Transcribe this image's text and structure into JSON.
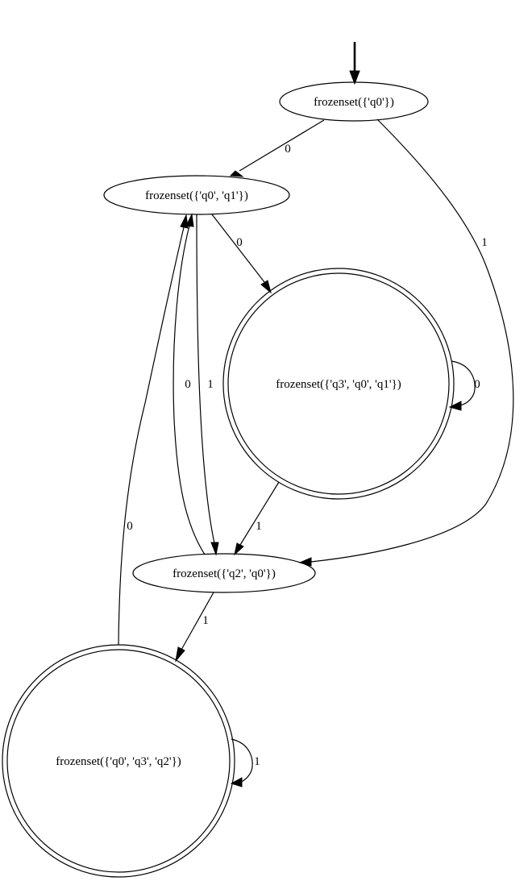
{
  "diagram": {
    "type": "state-machine",
    "colors": {
      "stroke": "#000000",
      "background": "#ffffff"
    },
    "states": [
      {
        "id": "s0",
        "label": "frozenset({'q0'})",
        "start": true,
        "accepting": false
      },
      {
        "id": "s1",
        "label": "frozenset({'q0', 'q1'})",
        "start": false,
        "accepting": false
      },
      {
        "id": "s2",
        "label": "frozenset({'q3', 'q0', 'q1'})",
        "start": false,
        "accepting": true
      },
      {
        "id": "s3",
        "label": "frozenset({'q2', 'q0'})",
        "start": false,
        "accepting": false
      },
      {
        "id": "s4",
        "label": "frozenset({'q0', 'q3', 'q2'})",
        "start": false,
        "accepting": true
      }
    ],
    "transitions": [
      {
        "from": "s0",
        "to": "s1",
        "label": "0"
      },
      {
        "from": "s0",
        "to": "s3",
        "label": "1"
      },
      {
        "from": "s1",
        "to": "s2",
        "label": "0"
      },
      {
        "from": "s1",
        "to": "s3",
        "label": "1"
      },
      {
        "from": "s2",
        "to": "s2",
        "label": "0"
      },
      {
        "from": "s2",
        "to": "s3",
        "label": "1"
      },
      {
        "from": "s3",
        "to": "s1",
        "label": "0"
      },
      {
        "from": "s3",
        "to": "s4",
        "label": "1"
      },
      {
        "from": "s4",
        "to": "s1",
        "label": "0"
      },
      {
        "from": "s4",
        "to": "s4",
        "label": "1"
      }
    ]
  }
}
